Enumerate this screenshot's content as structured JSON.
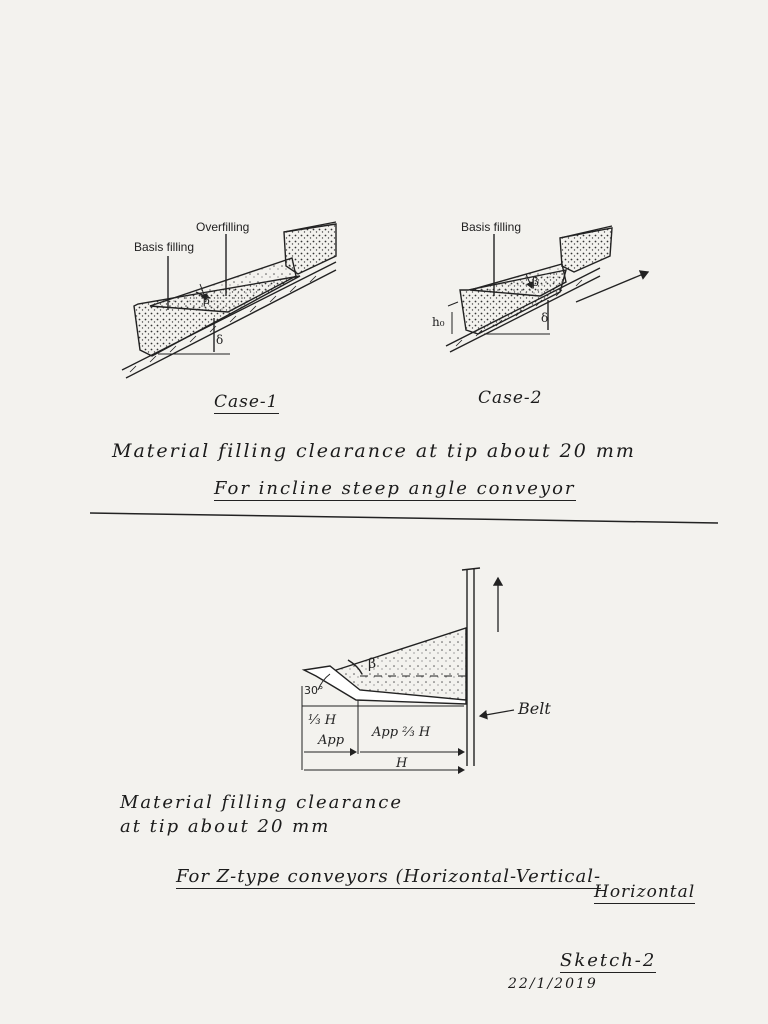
{
  "case1": {
    "overfilling_label": "Overfilling",
    "basis_filling_label": "Basis filling",
    "beta": "β",
    "delta": "δ",
    "caption": "Case-1"
  },
  "case2": {
    "basis_filling_label": "Basis filling",
    "beta": "β",
    "delta": "δ",
    "height_label": "h₀",
    "caption": "Case-2"
  },
  "notes": {
    "clearance_line": "Material filling clearance at tip about 20 mm",
    "incline_title": "For incline steep angle conveyor"
  },
  "ztype": {
    "beta": "β",
    "angle_label": "30°",
    "third_label": "⅓ H",
    "app_label": "App",
    "two_thirds_label": "App ⅔ H",
    "h_label": "H",
    "belt_label": "Belt",
    "clearance_line1": "Material filling clearance",
    "clearance_line2": "at tip about 20 mm",
    "title_line1": "For Z-type conveyors (Horizontal-Vertical-",
    "title_line2": "Horizontal"
  },
  "footer": {
    "sketch_label": "Sketch-2",
    "date": "22/1/2019"
  }
}
